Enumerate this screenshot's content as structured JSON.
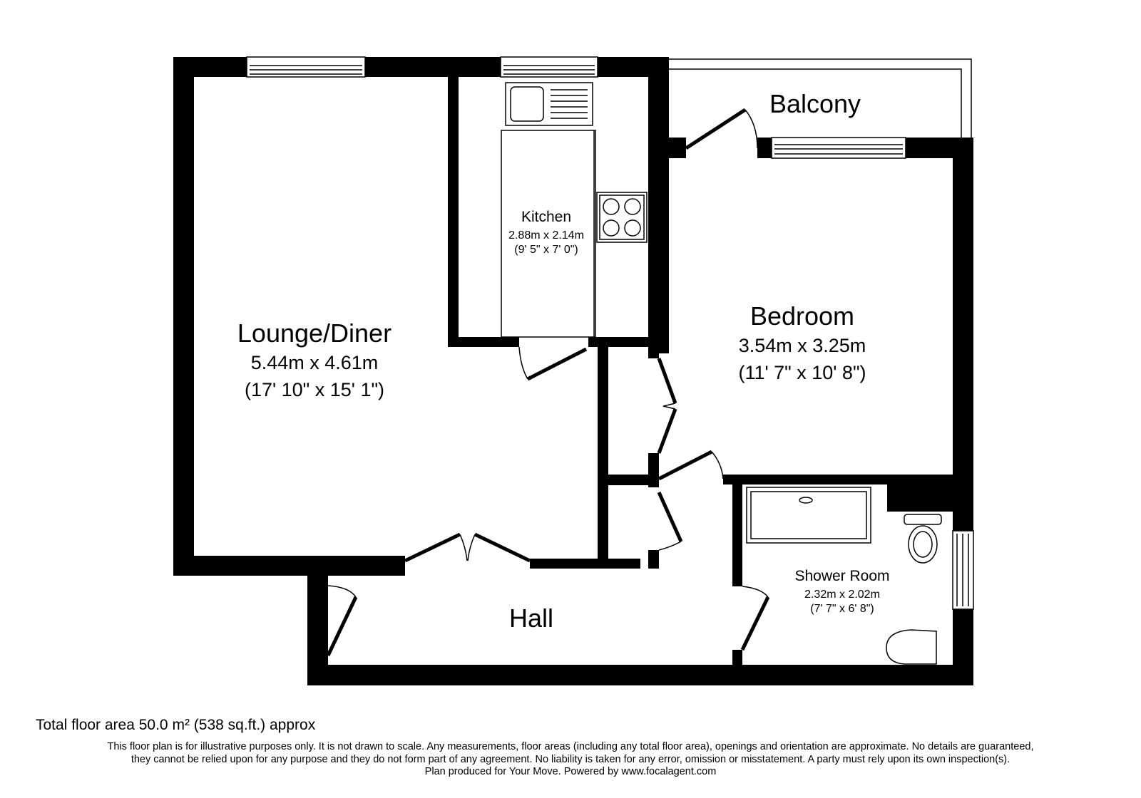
{
  "rooms": {
    "lounge": {
      "name": "Lounge/Diner",
      "metric": "5.44m x 4.61m",
      "imperial": "(17' 10\" x 15' 1\")"
    },
    "kitchen": {
      "name": "Kitchen",
      "metric": "2.88m x 2.14m",
      "imperial": "(9' 5\" x 7' 0\")"
    },
    "bedroom": {
      "name": "Bedroom",
      "metric": "3.54m x 3.25m",
      "imperial": "(11' 7\" x 10' 8\")"
    },
    "shower": {
      "name": "Shower Room",
      "metric": "2.32m x 2.02m",
      "imperial": "(7' 7\" x 6' 8\")"
    },
    "balcony": {
      "name": "Balcony"
    },
    "hall": {
      "name": "Hall"
    }
  },
  "footer": {
    "total_area": "Total floor area 50.0 m² (538 sq.ft.) approx",
    "disclaimer_lines": [
      "This floor plan is for illustrative purposes only. It is not drawn to scale. Any measurements, floor areas (including any total floor area), openings and orientation are approximate. No details are guaranteed,",
      "they cannot be relied upon for any purpose and they do not form part of any agreement. No liability is taken for any error, omission or misstatement. A party must rely upon its own inspection(s).",
      "Plan produced for Your Move. Powered by www.focalagent.com"
    ]
  },
  "colors": {
    "wall": "#000000",
    "background": "#ffffff",
    "window_fill": "#ffffff"
  }
}
